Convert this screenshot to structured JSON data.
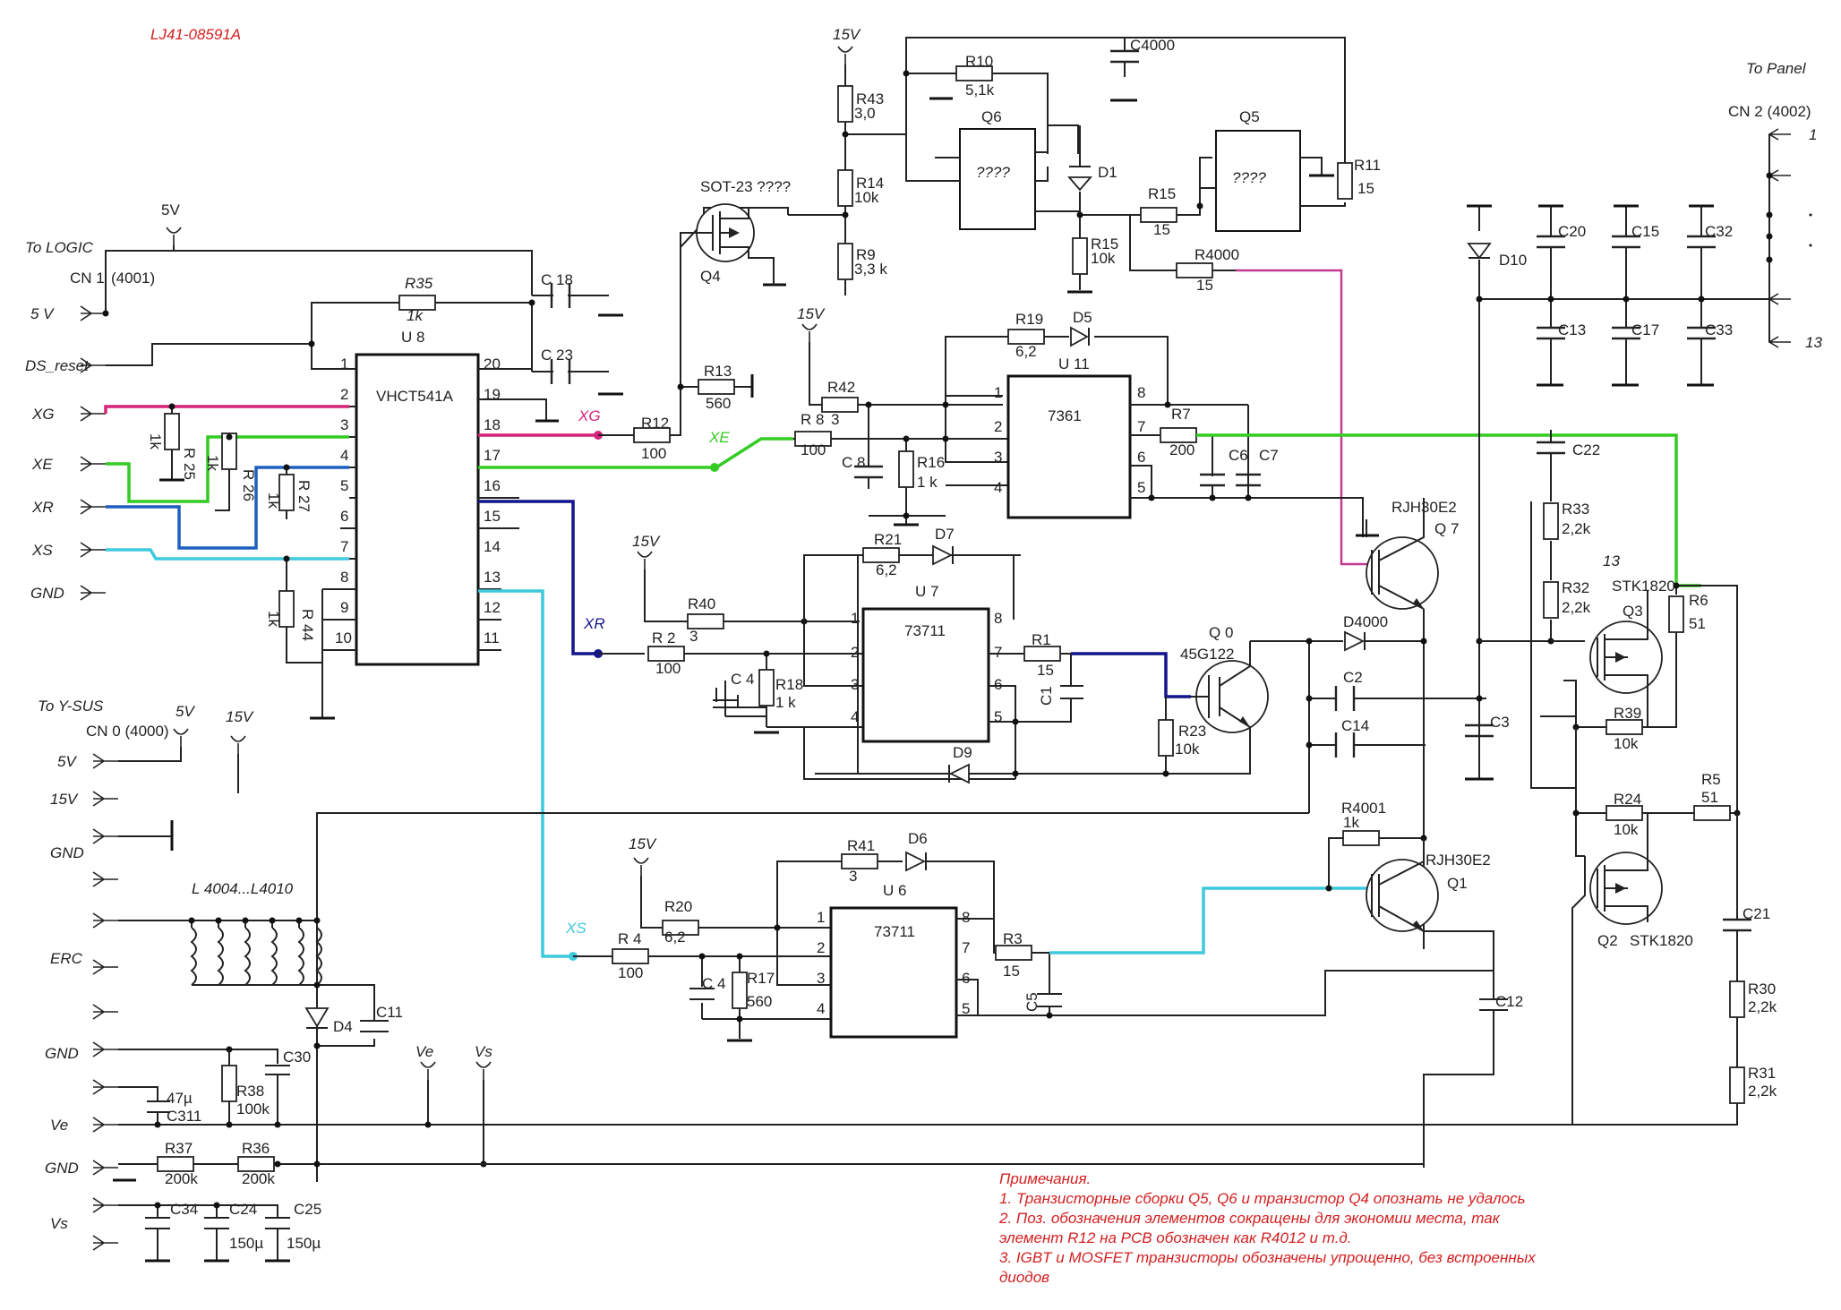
{
  "title": "LJ41-08591A",
  "headers": {
    "to_logic": "To LOGIC",
    "to_panel": "To Panel",
    "to_ysus": "To Y-SUS"
  },
  "connectors": {
    "cn1": {
      "name": "CN 1",
      "part": "(4001)",
      "pins": [
        "5 V",
        "DS_reset",
        "XG",
        "XE",
        "XR",
        "XS",
        "GND"
      ]
    },
    "cn0": {
      "name": "CN 0 (4000)",
      "pins": [
        "5V",
        "15V",
        "GND",
        "",
        "",
        "ERC",
        "",
        "GND",
        "",
        "Ve",
        "GND",
        "Vs",
        ""
      ]
    },
    "cn2": {
      "name": "CN 2 (4002)",
      "pin_first": "1",
      "pin_last": "13"
    }
  },
  "rails": {
    "v5": "5V",
    "v15": "15V",
    "ve": "Ve",
    "vs": "Vs"
  },
  "chips": {
    "u8": {
      "ref": "U 8",
      "type": "VHCT541A",
      "left_pins": [
        "1",
        "2",
        "3",
        "4",
        "5",
        "6",
        "7",
        "8",
        "9",
        "10"
      ],
      "right_pins": [
        "20",
        "19",
        "18",
        "17",
        "16",
        "15",
        "14",
        "13",
        "12",
        "11"
      ]
    },
    "u11": {
      "ref": "U 11",
      "type": "7361",
      "left_pins": [
        "1",
        "2",
        "3",
        "4"
      ],
      "right_pins": [
        "8",
        "7",
        "6",
        "5"
      ]
    },
    "u7": {
      "ref": "U 7",
      "type": "73711",
      "left_pins": [
        "1",
        "2",
        "3",
        "4"
      ],
      "right_pins": [
        "8",
        "7",
        "6",
        "5"
      ]
    },
    "u6": {
      "ref": "U 6",
      "type": "73711",
      "left_pins": [
        "1",
        "2",
        "3",
        "4"
      ],
      "right_pins": [
        "8",
        "7",
        "6",
        "5"
      ]
    },
    "q6": {
      "ref": "Q6",
      "type": "????"
    },
    "q5": {
      "ref": "Q5",
      "type": "????"
    }
  },
  "transistors": {
    "q4": {
      "ref": "Q4",
      "note": "SOT-23 ????"
    },
    "q7": {
      "ref": "Q 7",
      "type": "RJH30E2"
    },
    "q1": {
      "ref": "Q1",
      "type": "RJH30E2"
    },
    "q0": {
      "ref": "Q 0",
      "type": "45G122"
    },
    "q3": {
      "ref": "Q3",
      "type": "STK1820",
      "pin": "13"
    },
    "q2": {
      "ref": "Q2",
      "type": "STK1820"
    }
  },
  "resistors": [
    {
      "ref": "R35",
      "value": "1k"
    },
    {
      "ref": "R 25",
      "value": "1k"
    },
    {
      "ref": "R 26",
      "value": "1k"
    },
    {
      "ref": "R 27",
      "value": "1k"
    },
    {
      "ref": "R 44",
      "value": "1k"
    },
    {
      "ref": "R43",
      "value": "3,0"
    },
    {
      "ref": "R14",
      "value": "10k"
    },
    {
      "ref": "R9",
      "value": "3,3 k"
    },
    {
      "ref": "R10",
      "value": "5,1k"
    },
    {
      "ref": "R15",
      "value": "15"
    },
    {
      "ref": "R15",
      "value": "10k"
    },
    {
      "ref": "R4000",
      "value": "15"
    },
    {
      "ref": "R11",
      "value": "15"
    },
    {
      "ref": "R13",
      "value": "560"
    },
    {
      "ref": "R12",
      "value": "100"
    },
    {
      "ref": "R42",
      "value": "3"
    },
    {
      "ref": "R 8",
      "value": "100"
    },
    {
      "ref": "R16",
      "value": "1 k"
    },
    {
      "ref": "R19",
      "value": "6,2"
    },
    {
      "ref": "R7",
      "value": "200"
    },
    {
      "ref": "R21",
      "value": "6,2"
    },
    {
      "ref": "R40",
      "value": "3"
    },
    {
      "ref": "R 2",
      "value": "100"
    },
    {
      "ref": "R18",
      "value": "1 k"
    },
    {
      "ref": "R1",
      "value": "15"
    },
    {
      "ref": "R23",
      "value": "10k"
    },
    {
      "ref": "R20",
      "value": "6,2"
    },
    {
      "ref": "R41",
      "value": "3"
    },
    {
      "ref": "R 4",
      "value": "100"
    },
    {
      "ref": "R17",
      "value": "560"
    },
    {
      "ref": "R3",
      "value": "15"
    },
    {
      "ref": "R4001",
      "value": "1k"
    },
    {
      "ref": "R33",
      "value": "2,2k"
    },
    {
      "ref": "R32",
      "value": "2,2k"
    },
    {
      "ref": "R6",
      "value": "51"
    },
    {
      "ref": "R39",
      "value": "10k"
    },
    {
      "ref": "R24",
      "value": "10k"
    },
    {
      "ref": "R5",
      "value": "51"
    },
    {
      "ref": "R30",
      "value": "2,2k"
    },
    {
      "ref": "R31",
      "value": "2,2k"
    },
    {
      "ref": "R38",
      "value": "100k"
    },
    {
      "ref": "R37",
      "value": "200k"
    },
    {
      "ref": "R36",
      "value": "200k"
    }
  ],
  "capacitors": [
    {
      "ref": "C 18"
    },
    {
      "ref": "C 23"
    },
    {
      "ref": "C4000"
    },
    {
      "ref": "C 8"
    },
    {
      "ref": "C6"
    },
    {
      "ref": "C7"
    },
    {
      "ref": "C 4"
    },
    {
      "ref": "C1"
    },
    {
      "ref": "C 4"
    },
    {
      "ref": "C5"
    },
    {
      "ref": "C2"
    },
    {
      "ref": "C14"
    },
    {
      "ref": "C3"
    },
    {
      "ref": "C12"
    },
    {
      "ref": "C22"
    },
    {
      "ref": "C21"
    },
    {
      "ref": "C20"
    },
    {
      "ref": "C15"
    },
    {
      "ref": "C32"
    },
    {
      "ref": "C13"
    },
    {
      "ref": "C17"
    },
    {
      "ref": "C33"
    },
    {
      "ref": "C11"
    },
    {
      "ref": "C30"
    },
    {
      "ref": "C311",
      "value": "47µ"
    },
    {
      "ref": "C34"
    },
    {
      "ref": "C24",
      "value": "150µ"
    },
    {
      "ref": "C25",
      "value": "150µ"
    }
  ],
  "diodes": [
    "D1",
    "D5",
    "D7",
    "D9",
    "D6",
    "D4000",
    "D10",
    "D4"
  ],
  "inductors": "L 4004...L4010",
  "diode_d4": "D4",
  "net_labels": {
    "xg": "XG",
    "xe": "XE",
    "xr": "XR",
    "xs": "XS"
  },
  "net_colors": {
    "xg": "#d6237a",
    "xe": "#33cc22",
    "xr": "#1f5fbf",
    "xs": "#3ec9dd",
    "pink": "#c23a8f",
    "navy": "#14148c"
  },
  "notes": [
    "Примечания.",
    "1. Транзисторные сборки Q5, Q6 и транзистор Q4 опознать не удалось",
    "2. Поз. обозначения элементов сокращены для экономии места, так",
    "элемент R12 на PCB обозначен как R4012 и т.д.",
    "3. IGBT и MOSFET транзисторы обозначены упрощенно, без встроенных",
    "диодов"
  ]
}
